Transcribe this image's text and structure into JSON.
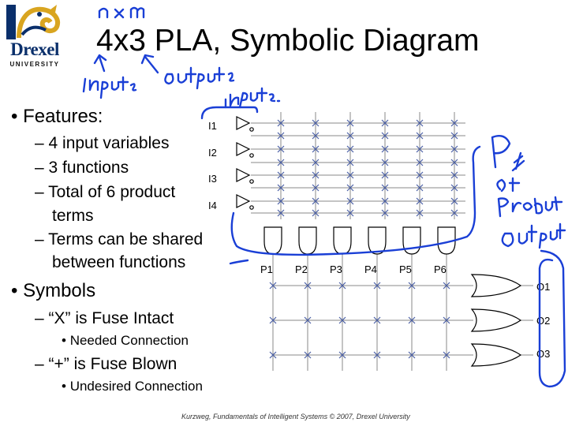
{
  "logo": {
    "name": "Drexel",
    "subtitle": "UNIVERSITY"
  },
  "title": "4x3 PLA, Symbolic Diagram",
  "bullets": {
    "features": "Features:",
    "inputs": "4 input variables",
    "functions": "3 functions",
    "product_1": "Total of 6 product",
    "product_2": "terms",
    "shared_1": "Terms can be shared",
    "shared_2": "between functions",
    "symbols": "Symbols",
    "x_fuse": "“X” is Fuse Intact",
    "needed": "Needed Connection",
    "plus_fuse": "“+” is Fuse Blown",
    "undesired": "Undesired Connection"
  },
  "diagram": {
    "inputs": [
      "I1",
      "I2",
      "I3",
      "I4"
    ],
    "products": [
      "P1",
      "P2",
      "P3",
      "P4",
      "P5",
      "P6"
    ],
    "outputs": [
      "O1",
      "O2",
      "O3"
    ]
  },
  "footer": "Kurzweg, Fundamentals of Intelligent Systems © 2007, Drexel University",
  "colors": {
    "ink": "#1a3fd6",
    "logo_blue": "#0a2f6b",
    "logo_gold": "#d9a520",
    "grid": "#8a8a8a",
    "fuse": "#4a5fa6"
  }
}
